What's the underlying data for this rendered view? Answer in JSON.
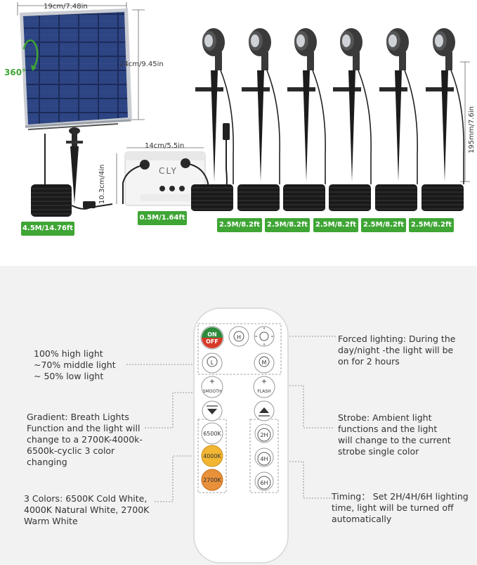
{
  "top": {
    "panel_width_label": "19cm/7.48in",
    "panel_height_label": "24cm/9.45in",
    "rotate_label": "360°",
    "box_width_label": "14cm/5.5in",
    "box_height_label": "10.3cm/4in",
    "box_brand": "CLY",
    "spike_height_label": "195mm/7.6in",
    "cable_panel_label": "4.5M/14.76ft",
    "cable_box_label": "0.5M/1.64ft",
    "cable_light_labels": [
      "2.5M/8.2ft",
      "2.5M/8.2ft",
      "2.5M/8.2ft",
      "2.5M/8.2ft",
      "2.5M/8.2ft",
      "2.5M/8.2ft"
    ],
    "colors": {
      "badge": "#3fa535",
      "light_body": "#3a3a3a"
    }
  },
  "remote": {
    "on_label": "ON",
    "off_label": "OFF",
    "high_label": "H",
    "forced_label": "",
    "low_label": "L",
    "mid_label": "M",
    "smooth_label": "SMOOTH",
    "flash_label": "FLASH",
    "color_6500": "6500K",
    "color_4000": "4000K",
    "color_2700": "2700K",
    "timer_2h": "2H",
    "timer_4h": "4H",
    "timer_6h": "6H",
    "colors": {
      "on": "#2e8b3d",
      "off": "#d63a2a",
      "k4000": "#f2b632",
      "k2700": "#e8913a"
    }
  },
  "annotations": {
    "brightness": [
      "100%   high light",
      "~70%  middle  light",
      "~ 50%   low  light"
    ],
    "gradient": [
      "Gradient: Breath Lights",
      "Function and the light will",
      "change to a 2700K-4000k-",
      "6500k-cyclic 3 color",
      "changing"
    ],
    "colors": [
      "3 Colors: 6500K Cold White,",
      "4000K Natural White, 2700K",
      "Warm White"
    ],
    "forced": [
      "Forced lighting: During the",
      "day/night -the light will be",
      "on for 2 hours"
    ],
    "strobe": [
      "Strobe: Ambient light",
      "functions and the light",
      "will change to the current",
      "strobe single color"
    ],
    "timing": [
      "Timing： Set 2H/4H/6H lighting",
      "time, light will be turned off",
      "automatically"
    ]
  }
}
